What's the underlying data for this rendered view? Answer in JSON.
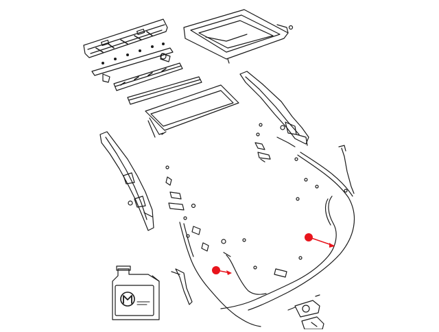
{
  "diagram": {
    "background": "#ffffff",
    "line_color": "#1a1a1a",
    "marker_color": "#e8141c",
    "fluid_bottle": {
      "brand_logo": "mopar-m-logo"
    },
    "callouts": [
      {
        "name": "left-drain-hose-callout"
      },
      {
        "name": "right-drain-hose-callout"
      }
    ]
  }
}
